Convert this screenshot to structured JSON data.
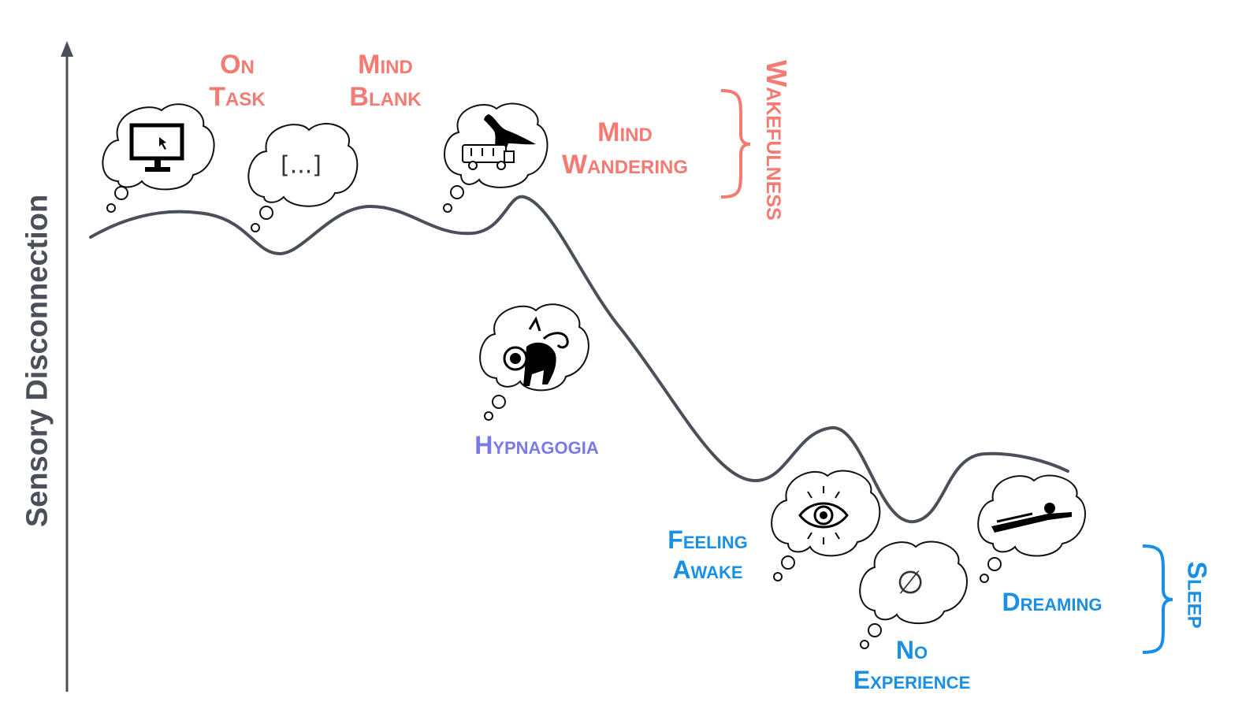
{
  "axis": {
    "title": "Sensory Disconnection"
  },
  "colors": {
    "wake": "#f47a72",
    "hypnagogia": "#7a79e8",
    "sleep": "#1a8fe6",
    "curve": "#4a4f59"
  },
  "states": {
    "on_task": {
      "line1": "On",
      "line2": "Task",
      "icon": "computer-monitor-icon"
    },
    "mind_blank": {
      "line1": "Mind",
      "line2": "Blank",
      "bubble_text": "[...]",
      "icon": "ellipsis-brackets-icon"
    },
    "mind_wandering": {
      "line1": "Mind",
      "line2": "Wandering",
      "icon": "kangaroo-car-icon"
    },
    "hypnagogia": {
      "line1": "Hypnagogia",
      "icon": "chimera-creature-icon"
    },
    "feeling_awake": {
      "line1": "Feeling",
      "line2": "Awake",
      "icon": "eye-icon"
    },
    "no_experience": {
      "line1": "No",
      "line2": "Experience",
      "bubble_text": "∅",
      "icon": "empty-set-icon"
    },
    "dreaming": {
      "line1": "Dreaming",
      "icon": "flying-person-icon"
    }
  },
  "groups": {
    "wakefulness": "Wakefulness",
    "sleep": "Sleep"
  }
}
